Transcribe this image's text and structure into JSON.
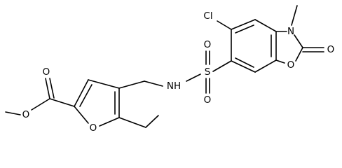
{
  "atoms": {
    "cl": "Cl",
    "n_methyl": "N",
    "o_carbonyl": "O",
    "o_ring": "O",
    "s": "S",
    "o_sulfonyl_top": "O",
    "o_sulfonyl_bottom": "O",
    "nh": "NH",
    "o_ester_carbonyl": "O",
    "o_ester": "O",
    "o_furan": "O"
  }
}
